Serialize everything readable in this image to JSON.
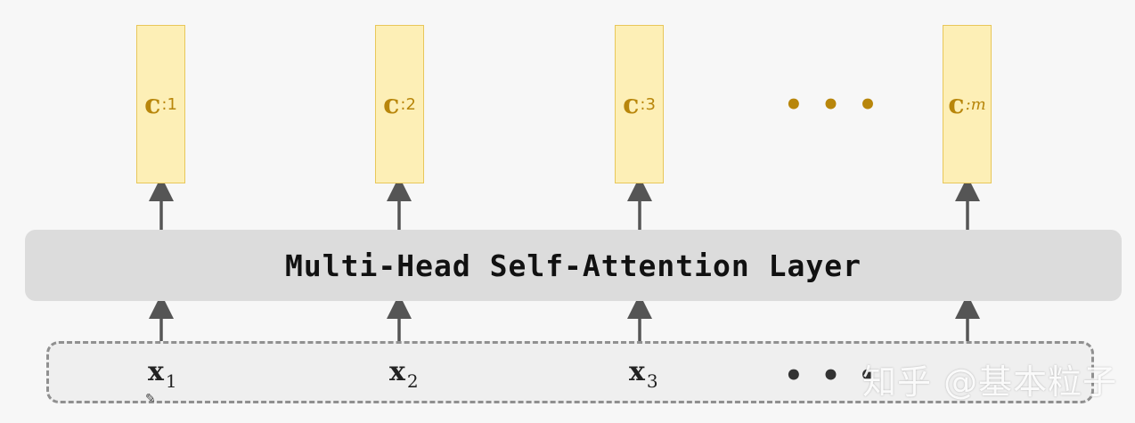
{
  "layer": {
    "label": "Multi-Head Self-Attention Layer"
  },
  "outputs": [
    {
      "main": "c",
      "sub": ":1"
    },
    {
      "main": "c",
      "sub": ":2"
    },
    {
      "main": "c",
      "sub": ":3"
    },
    {
      "main": "c",
      "sub": ":m"
    }
  ],
  "inputs": [
    {
      "main": "x",
      "sub": "1"
    },
    {
      "main": "x",
      "sub": "2"
    },
    {
      "main": "x",
      "sub": "3"
    }
  ],
  "ellipsis": "• • •",
  "watermark": "知乎 @基本粒子",
  "colors": {
    "output_fill": "#fdefb6",
    "output_text": "#b8860b",
    "layer_fill": "#dcdcdc"
  }
}
